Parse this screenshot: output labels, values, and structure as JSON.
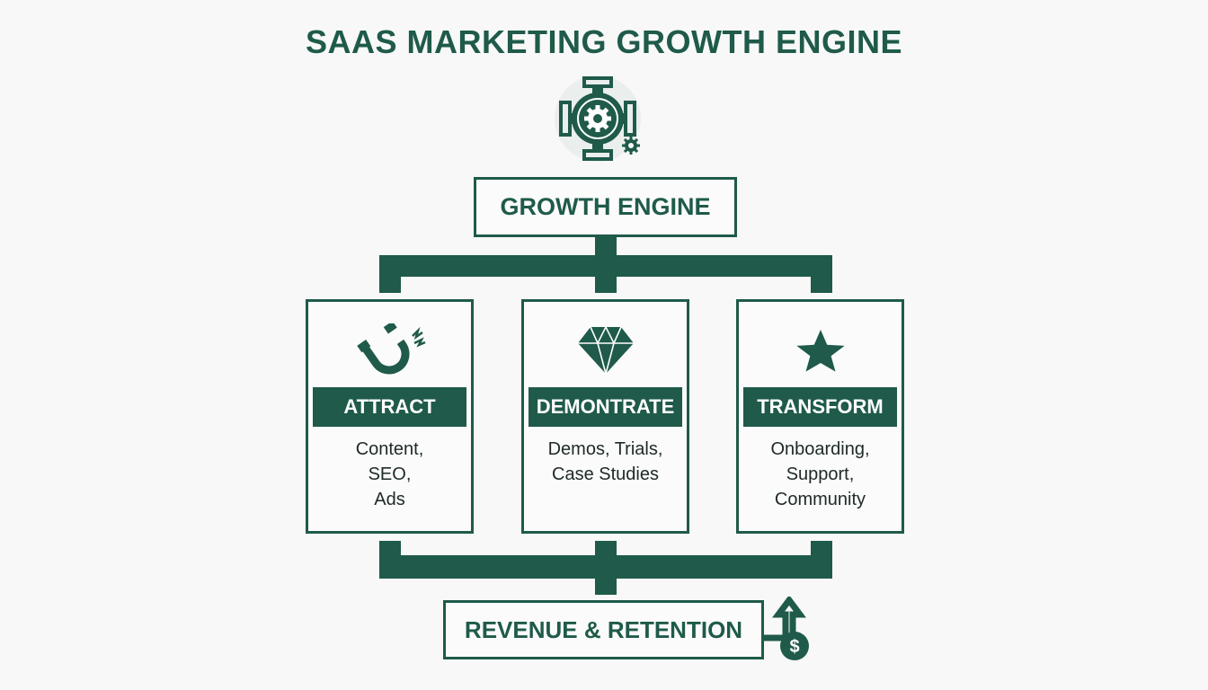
{
  "title": "SAAS MARKETING GROWTH ENGINE",
  "top_node": {
    "label": "GROWTH ENGINE",
    "icon": "engine-gear-icon"
  },
  "stages": [
    {
      "label": "ATTRACT",
      "icon": "magnet-icon",
      "lines": [
        "Content,",
        "SEO,",
        "Ads"
      ]
    },
    {
      "label": "DEMONTRATE",
      "icon": "diamond-icon",
      "lines": [
        "Demos, Trials,",
        "Case Studies"
      ]
    },
    {
      "label": "TRANSFORM",
      "icon": "star-icon",
      "lines": [
        "Onboarding,",
        "Support,",
        "Community"
      ]
    }
  ],
  "bottom_node": {
    "label": "REVENUE & RETENTION",
    "icon": "revenue-up-dollar-icon"
  },
  "colors": {
    "primary": "#1f5a4a",
    "background": "#f7f8f7",
    "text_dark": "#1e2a27"
  }
}
